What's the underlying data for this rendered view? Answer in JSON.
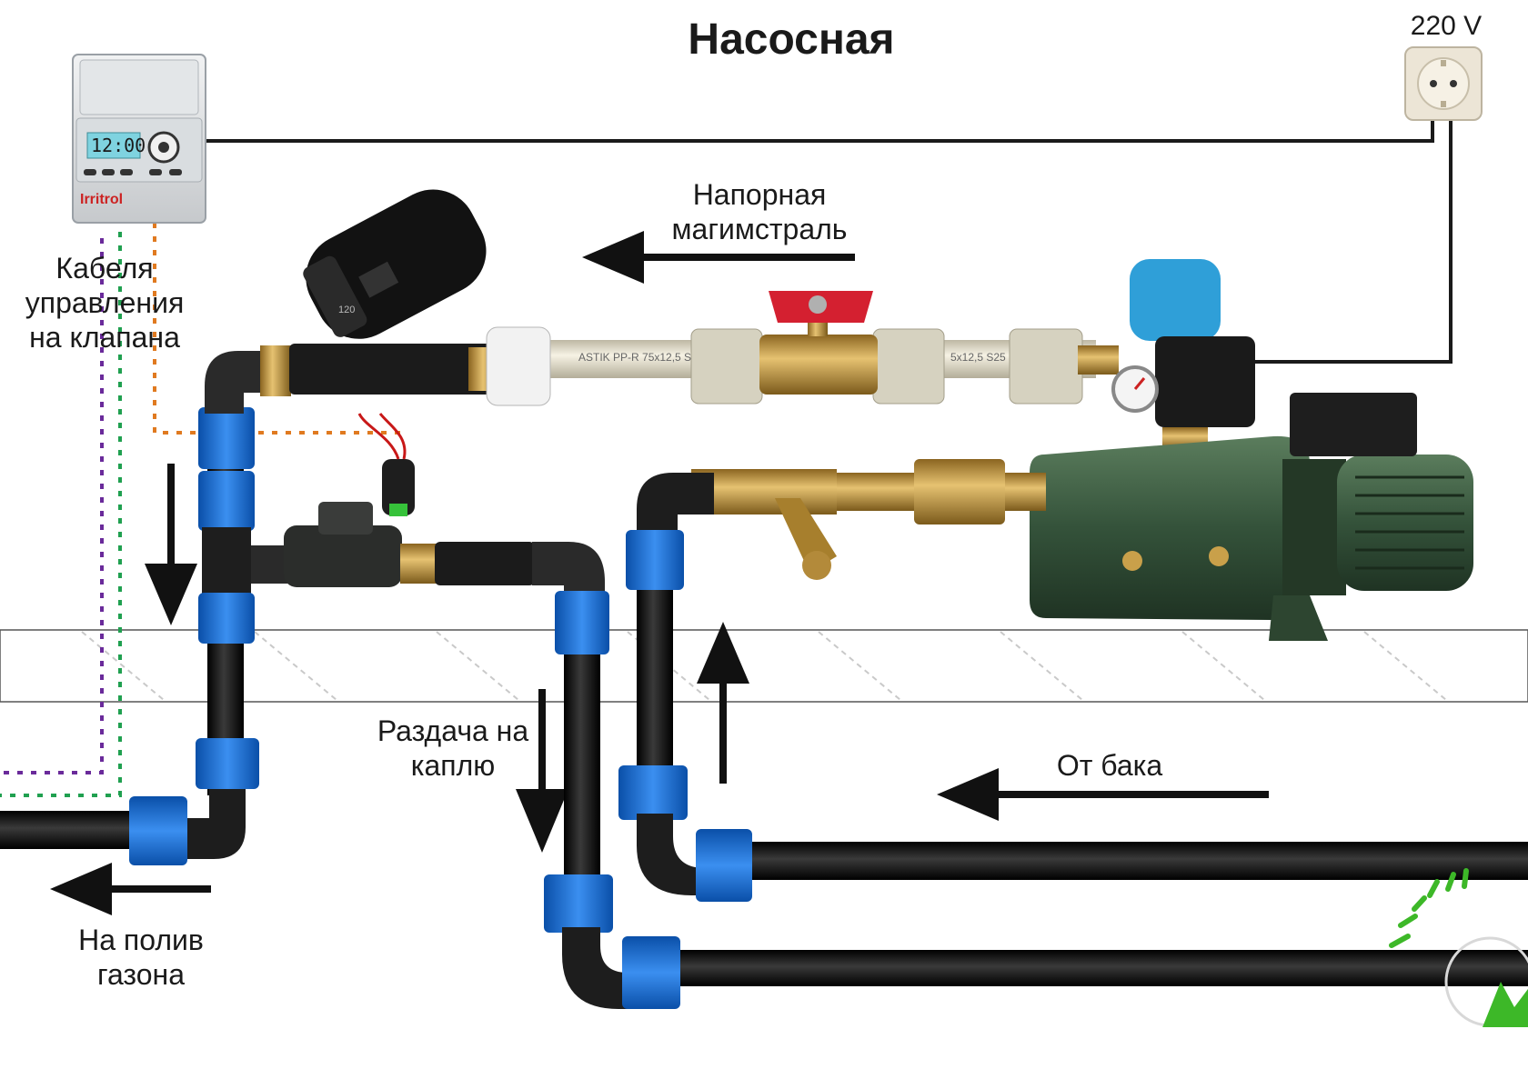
{
  "title": "Насосная",
  "power_label": "220 V",
  "labels": {
    "pressure_main": [
      "Напорная",
      "магимстраль"
    ],
    "control_cables": [
      "Кабеля",
      "управления",
      "на клапана"
    ],
    "drip_distribution": [
      "Раздача на",
      "каплю"
    ],
    "from_tank": "От бака",
    "lawn_irrigation": [
      "На полив",
      "газона"
    ]
  },
  "controller": {
    "brand": "Irritrol",
    "display": "12:00"
  },
  "pipe_prints": {
    "left": "ASTIK  PP-R 75x12,5 S",
    "right": "5x12,5 S25"
  },
  "filter_print": "120",
  "colors": {
    "pipe_black": "#0d0d0d",
    "coupling_blue": "#1a6fd6",
    "ppr_pipe": "#ece6d2",
    "pump_green": "#3b5c3e",
    "brass": "#c9a04a",
    "valve_handle": "#d42030",
    "pressure_switch": "#2f9fd8",
    "cable_purple": "#6a2a9a",
    "cable_green": "#20a050",
    "cable_orange": "#e07a20",
    "logo_green": "#3db828"
  }
}
